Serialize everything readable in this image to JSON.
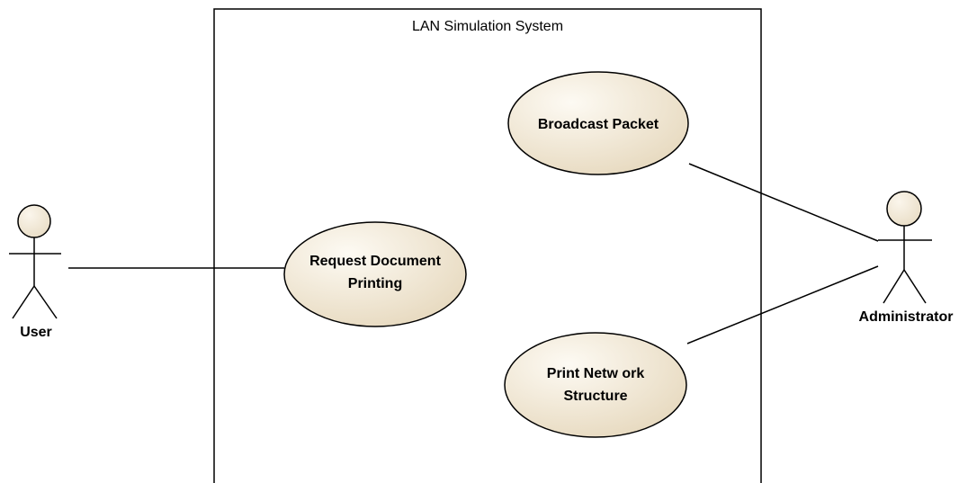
{
  "system": {
    "title": "LAN Simulation System"
  },
  "use_cases": {
    "broadcast_packet": {
      "line1": "Broadcast Packet"
    },
    "request_document_printing": {
      "line1": "Request Document",
      "line2": "Printing"
    },
    "print_network_structure": {
      "line1": "Print Netw ork",
      "line2": "Structure"
    }
  },
  "actors": {
    "user": {
      "label": "User"
    },
    "administrator": {
      "label": "Administrator"
    }
  },
  "colors": {
    "use_case_fill_light": "#fcf8ef",
    "use_case_fill_dark": "#e8dcc4",
    "actor_head_fill": "#f4ead8",
    "line": "#000000"
  }
}
